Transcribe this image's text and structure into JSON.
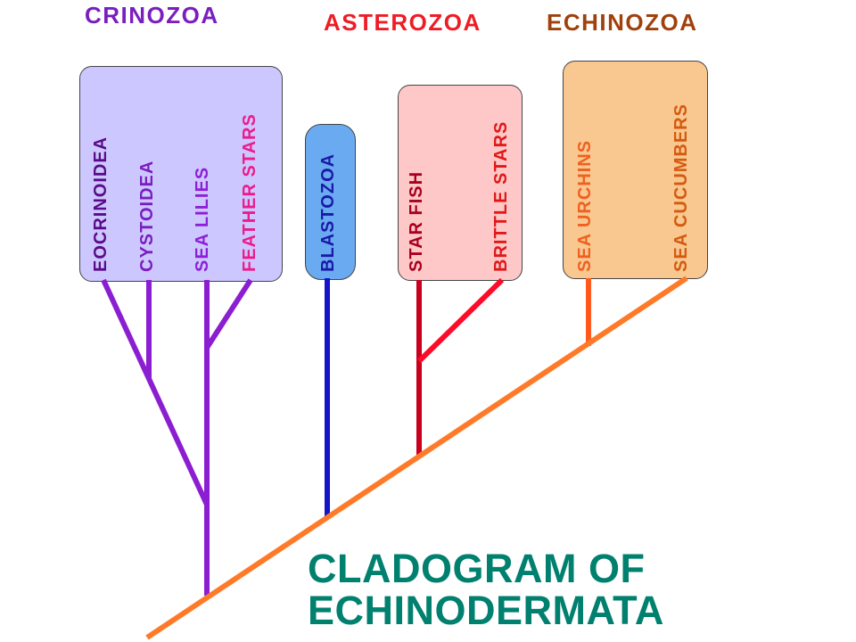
{
  "groups": {
    "crinozoa": {
      "label": "CRINOZOA",
      "color": "#7a1ec0"
    },
    "asterozoa": {
      "label": "ASTEROZOA",
      "color": "#ee1c25"
    },
    "echinozoa": {
      "label": "ECHINOZOA",
      "color": "#a0410d"
    }
  },
  "taxa": {
    "eocrinoidea": {
      "label": "EOCRINOIDEA",
      "color": "#5a0a8a"
    },
    "cystoidea": {
      "label": "CYSTOIDEA",
      "color": "#7a1ec0"
    },
    "sea_lilies": {
      "label": "SEA LILIES",
      "color": "#8e1ed8"
    },
    "feather_stars": {
      "label": "FEATHER STARS",
      "color": "#ec1c8c"
    },
    "blastozoa": {
      "label": "BLASTOZOA",
      "color": "#1a1aa8"
    },
    "star_fish": {
      "label": "STAR FISH",
      "color": "#a8001e"
    },
    "brittle_stars": {
      "label": "BRITTLE STARS",
      "color": "#e01818"
    },
    "sea_urchins": {
      "label": "SEA URCHINS",
      "color": "#f06020"
    },
    "sea_cucumbers": {
      "label": "SEA CUCUMBERS",
      "color": "#d45a10"
    }
  },
  "boxes": {
    "crinozoa_fill": "#ccc8ff",
    "blastozoa_fill": "#6aaaf0",
    "asterozoa_fill": "#ffc8c8",
    "echinozoa_fill": "#f8c890"
  },
  "branches": {
    "crinozoa_color": "#8c1ed2",
    "blastozoa_color": "#1414c8",
    "asterozoa_color": "#c8001e",
    "brittle_color": "#ff0a28",
    "echinozoa_color": "#ff7a28",
    "urchin_color": "#ff5a1e"
  },
  "title": {
    "line1": "CLADOGRAM OF",
    "line2": "ECHINODERMATA",
    "color": "#00806e"
  }
}
